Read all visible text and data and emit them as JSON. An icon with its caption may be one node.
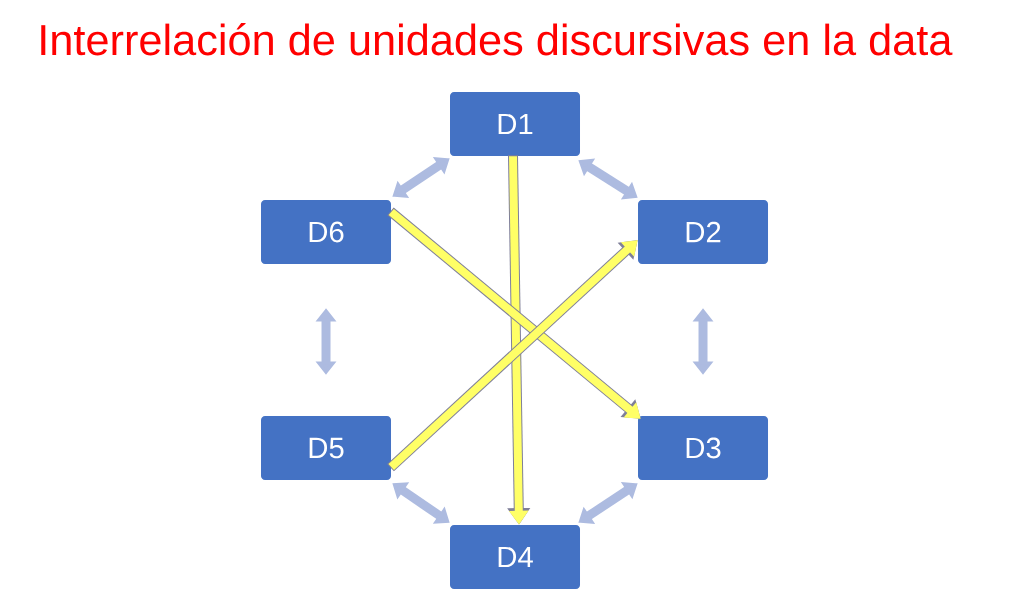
{
  "diagram": {
    "title": "Interrelación de unidades discursivas en la data",
    "nodes": [
      {
        "text": [
          "D1"
        ]
      },
      {
        "text": [
          "D6"
        ]
      },
      {
        "text": [
          "D2"
        ]
      },
      {
        "text": [
          "D5"
        ]
      },
      {
        "text": [
          "D3"
        ]
      },
      {
        "text": [
          "D4"
        ]
      }
    ],
    "edges": [
      {
        "from": 0,
        "to": 2,
        "arrow": "both"
      },
      {
        "from": 2,
        "to": 4,
        "arrow": "both"
      },
      {
        "from": 4,
        "to": 5,
        "arrow": "both"
      },
      {
        "from": 5,
        "to": 3,
        "arrow": "both"
      },
      {
        "from": 3,
        "to": 1,
        "arrow": "both"
      },
      {
        "from": 1,
        "to": 0,
        "arrow": "both"
      },
      {
        "from": 0,
        "to": 5,
        "arrow": "to",
        "color": "#ffff66"
      },
      {
        "from": 1,
        "to": 4,
        "arrow": "to",
        "color": "#ffff66"
      },
      {
        "from": 3,
        "to": 2,
        "arrow": "to",
        "color": "#ffff66"
      }
    ]
  }
}
